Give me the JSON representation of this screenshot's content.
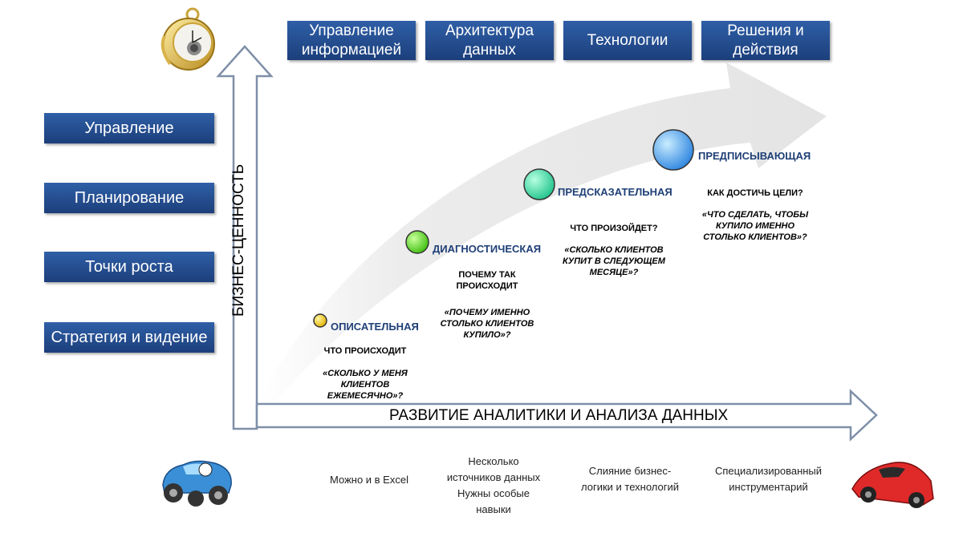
{
  "left_boxes": [
    "Управление",
    "Планирование",
    "Точки роста",
    "Стратегия и видение"
  ],
  "top_boxes": [
    "Управление\nинформацией",
    "Архитектура\nданных",
    "Технологии",
    "Решения и\nдействия"
  ],
  "axis": {
    "vertical": "БИЗНЕС-ЦЕННОСТЬ",
    "horizontal": "РАЗВИТИЕ АНАЛИТИКИ И АНАЛИЗА ДАННЫХ"
  },
  "stages": [
    {
      "name": "ОПИСАТЕЛЬНАЯ",
      "question": "ЧТО ПРОИСХОДИТ",
      "example": "«СКОЛЬКО  У МЕНЯ\nКЛИЕНТОВ\nЕЖЕМЕСЯЧНО»?",
      "color": "#f2c400"
    },
    {
      "name": "ДИАГНОСТИЧЕСКАЯ",
      "question": "ПОЧЕМУ ТАК\nПРОИСХОДИТ",
      "example": "«ПОЧЕМУ  ИМЕННО\nСТОЛЬКО  КЛИЕНТОВ\nКУПИЛО»?",
      "color": "#5fd21a"
    },
    {
      "name": "ПРЕДСКАЗАТЕЛЬНАЯ",
      "question": "ЧТО ПРОИЗОЙДЕТ?",
      "example": "«СКОЛЬКО  КЛИЕНТОВ\nКУПИТ  В СЛЕДУЮЩЕМ\nМЕСЯЦЕ»?",
      "color": "#3ad6a0"
    },
    {
      "name": "ПРЕДПИСЫВАЮЩАЯ",
      "question": "КАК ДОСТИЧЬ ЦЕЛИ?",
      "example": "«ЧТО СДЕЛАТЬ,  ЧТОБЫ\nКУПИЛО  ИМЕННО\nСТОЛЬКО  КЛИЕНТОВ»?",
      "color": "#4aa3ee"
    }
  ],
  "bottom_texts": [
    "Можно  и в Excel",
    "Несколько\nисточников данных\nНужны особые\nнавыки",
    "Слияние бизнес-\nлогики и технологий",
    "Специализированный\nинструментарий"
  ],
  "icons": {
    "top_left": "pocket-watch",
    "bottom_left": "blue-toy-car",
    "bottom_right": "red-sports-car"
  },
  "colors": {
    "box_blue": "#234a8c",
    "stage_text": "#1f3f77",
    "arrow_fill": "#e8e8e8"
  }
}
